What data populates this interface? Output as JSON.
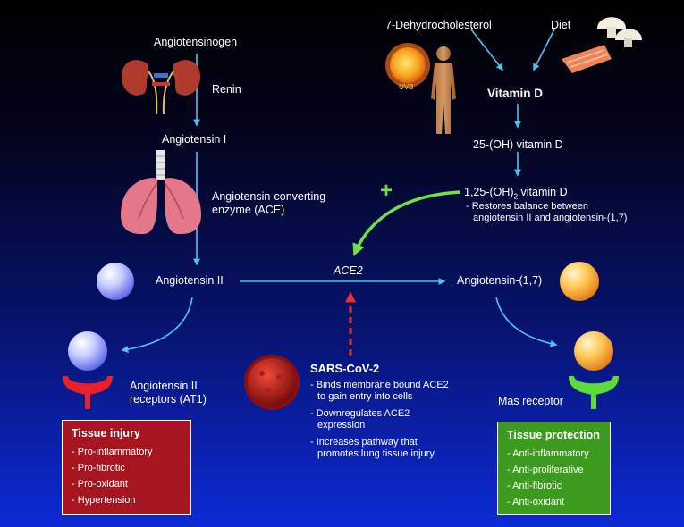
{
  "ras": {
    "angiotensinogen": "Angiotensinogen",
    "renin": "Renin",
    "angiotensin_1": "Angiotensin I",
    "ace_line1": "Angiotensin-converting",
    "ace_line2": "enzyme (ACE)",
    "angiotensin_2": "Angiotensin II",
    "ace2": "ACE2",
    "angiotensin_17": "Angiotensin-(1,7)",
    "at1_line1": "Angiotensin II",
    "at1_line2": "receptors (AT1)",
    "mas_receptor": "Mas receptor"
  },
  "vitamin_d": {
    "dehydrocholesterol": "7-Dehydrocholesterol",
    "diet": "Diet",
    "uvb": "UVB",
    "vitamin_d": "Vitamin D",
    "calcidiol": "25-(OH) vitamin D",
    "calcitriol_prefix": "1,25-(OH)",
    "calcitriol_sub": "2",
    "calcitriol_suffix": " vitamin D",
    "restores_line1": "Restores balance between",
    "restores_line2": "angiotensin II and angiotensin-(1,7)",
    "plus_sign": "+"
  },
  "sars": {
    "title": "SARS-CoV-2",
    "bullets": [
      [
        "Binds membrane bound ACE2",
        "to gain entry into cells"
      ],
      [
        "Downregulates ACE2",
        "expression"
      ],
      [
        "Increases pathway that",
        "promotes lung tissue injury"
      ]
    ]
  },
  "tissue_injury": {
    "title": "Tissue injury",
    "items": [
      "Pro-inflammatory",
      "Pro-fibrotic",
      "Pro-oxidant",
      "Hypertension"
    ]
  },
  "tissue_protection": {
    "title": "Tissue protection",
    "items": [
      "Anti-inflammatory",
      "Anti-proliferative",
      "Anti-fibrotic",
      "Anti-oxidant"
    ]
  },
  "colors": {
    "arrow": "#4ec3f0",
    "green_arrow": "#6fe04a",
    "red_dashed": "#e8332a",
    "injury_box": "#a71620",
    "protection_box": "#3c9a1e"
  }
}
